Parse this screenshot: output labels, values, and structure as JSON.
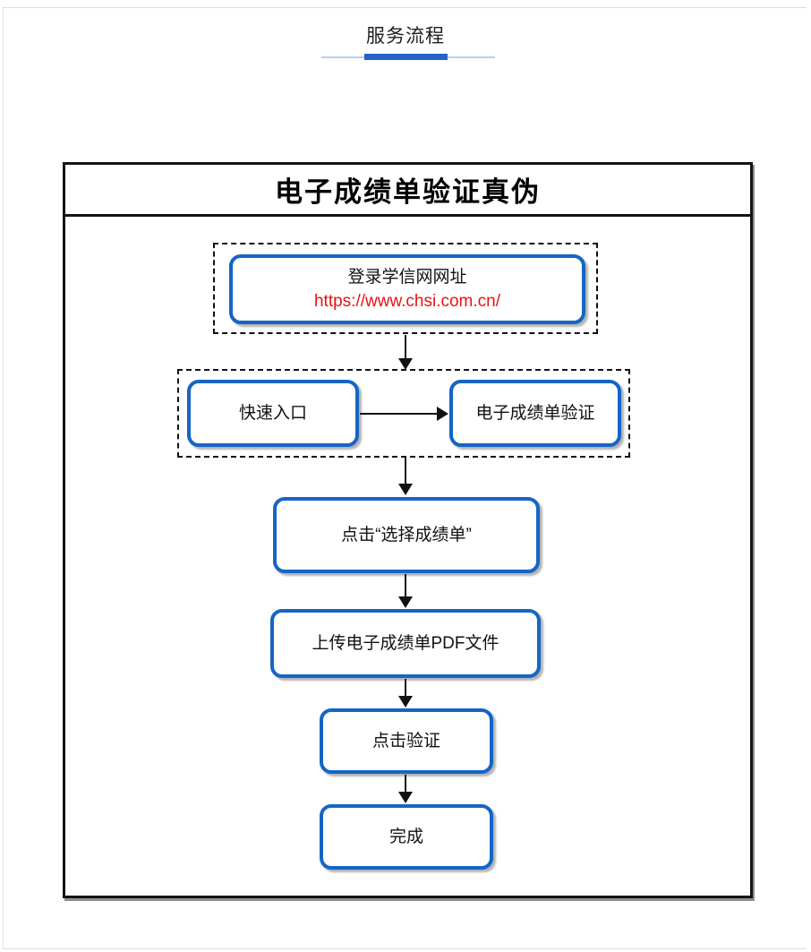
{
  "header": {
    "section_title": "服务流程"
  },
  "flowchart": {
    "title": "电子成绩单验证真伪",
    "steps": {
      "login_line1": "登录学信网网址",
      "login_url": "https://www.chsi.com.cn/",
      "quick_entry": "快速入口",
      "verify_entry": "电子成绩单验证",
      "select_transcript": "点击“选择成绩单”",
      "upload_pdf": "上传电子成绩单PDF文件",
      "click_verify": "点击验证",
      "done": "完成"
    }
  },
  "colors": {
    "node_border_blue": "#1565c5",
    "accent_blue": "#2363c8",
    "underline_light_blue": "#b9cfe9",
    "url_red": "#ee1010",
    "panel_border_black": "#141414"
  }
}
